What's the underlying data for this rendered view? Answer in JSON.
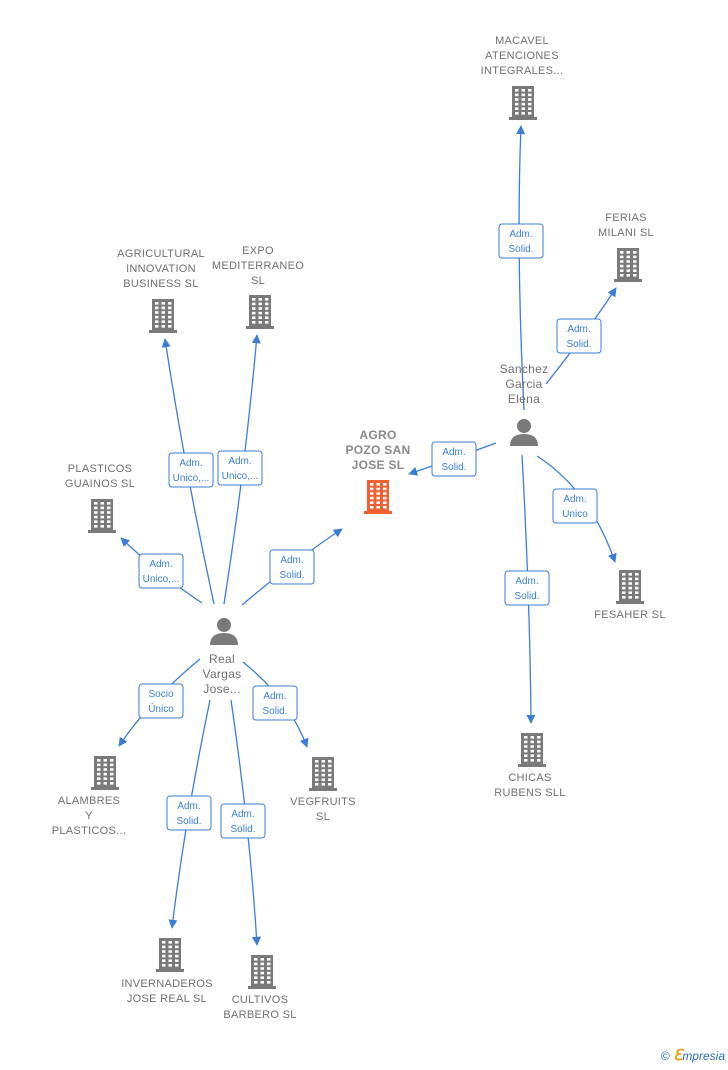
{
  "colors": {
    "edge": "#3a7fd5",
    "node": "#7a7a7a",
    "highlight": "#f06030"
  },
  "nodes": [
    {
      "id": "agro",
      "type": "company",
      "highlight": true,
      "label": "AGRO\nPOZO SAN\nJOSE  SL",
      "icon": "building-icon"
    },
    {
      "id": "macavel",
      "type": "company",
      "label": "MACAVEL\nATENCIONES\nINTEGRALES...",
      "icon": "building-icon"
    },
    {
      "id": "ferias",
      "type": "company",
      "label": "FERIAS\nMILANI  SL",
      "icon": "building-icon"
    },
    {
      "id": "fesaher",
      "type": "company",
      "label": "FESAHER  SL",
      "icon": "building-icon"
    },
    {
      "id": "chicas",
      "type": "company",
      "label": "CHICAS\nRUBENS SLL",
      "icon": "building-icon"
    },
    {
      "id": "agricultural",
      "type": "company",
      "label": "AGRICULTURAL\nINNOVATION\nBUSINESS  SL",
      "icon": "building-icon"
    },
    {
      "id": "expo",
      "type": "company",
      "label": "EXPO\nMEDITERRANEO\nSL",
      "icon": "building-icon"
    },
    {
      "id": "plasticos",
      "type": "company",
      "label": "PLASTICOS\nGUAINOS  SL",
      "icon": "building-icon"
    },
    {
      "id": "alambres",
      "type": "company",
      "label": "ALAMBRES\nY\nPLASTICOS...",
      "icon": "building-icon"
    },
    {
      "id": "vegfruits",
      "type": "company",
      "label": "VEGFRUITS\nSL",
      "icon": "building-icon"
    },
    {
      "id": "invernaderos",
      "type": "company",
      "label": "INVERNADEROS\nJOSE REAL  SL",
      "icon": "building-icon"
    },
    {
      "id": "cultivos",
      "type": "company",
      "label": "CULTIVOS\nBARBERO  SL",
      "icon": "building-icon"
    },
    {
      "id": "sanchez",
      "type": "person",
      "label": "Sanchez\nGarcia\nElena",
      "icon": "person-icon"
    },
    {
      "id": "real",
      "type": "person",
      "label": "Real\nVargas\nJose...",
      "icon": "person-icon"
    }
  ],
  "edges": [
    {
      "from": "sanchez",
      "to": "macavel",
      "label": [
        "Adm.",
        "Solid."
      ]
    },
    {
      "from": "sanchez",
      "to": "ferias",
      "label": [
        "Adm.",
        "Solid."
      ]
    },
    {
      "from": "sanchez",
      "to": "agro",
      "label": [
        "Adm.",
        "Solid."
      ]
    },
    {
      "from": "sanchez",
      "to": "fesaher",
      "label": [
        "Adm.",
        "Unico"
      ]
    },
    {
      "from": "sanchez",
      "to": "chicas",
      "label": [
        "Adm.",
        "Solid."
      ]
    },
    {
      "from": "real",
      "to": "agricultural",
      "label": [
        "Adm.",
        "Unico,..."
      ]
    },
    {
      "from": "real",
      "to": "expo",
      "label": [
        "Adm.",
        "Unico,..."
      ]
    },
    {
      "from": "real",
      "to": "plasticos",
      "label": [
        "Adm.",
        "Unico,..."
      ]
    },
    {
      "from": "real",
      "to": "agro",
      "label": [
        "Adm.",
        "Solid."
      ]
    },
    {
      "from": "real",
      "to": "alambres",
      "label": [
        "Socio",
        "Único"
      ]
    },
    {
      "from": "real",
      "to": "vegfruits",
      "label": [
        "Adm.",
        "Solid."
      ]
    },
    {
      "from": "real",
      "to": "invernaderos",
      "label": [
        "Adm.",
        "Solid."
      ]
    },
    {
      "from": "real",
      "to": "cultivos",
      "label": [
        "Adm.",
        "Solid."
      ]
    }
  ],
  "footer": {
    "copyright_symbol": "©",
    "brand_first": "ℇ",
    "brand_rest": "mpresia"
  }
}
